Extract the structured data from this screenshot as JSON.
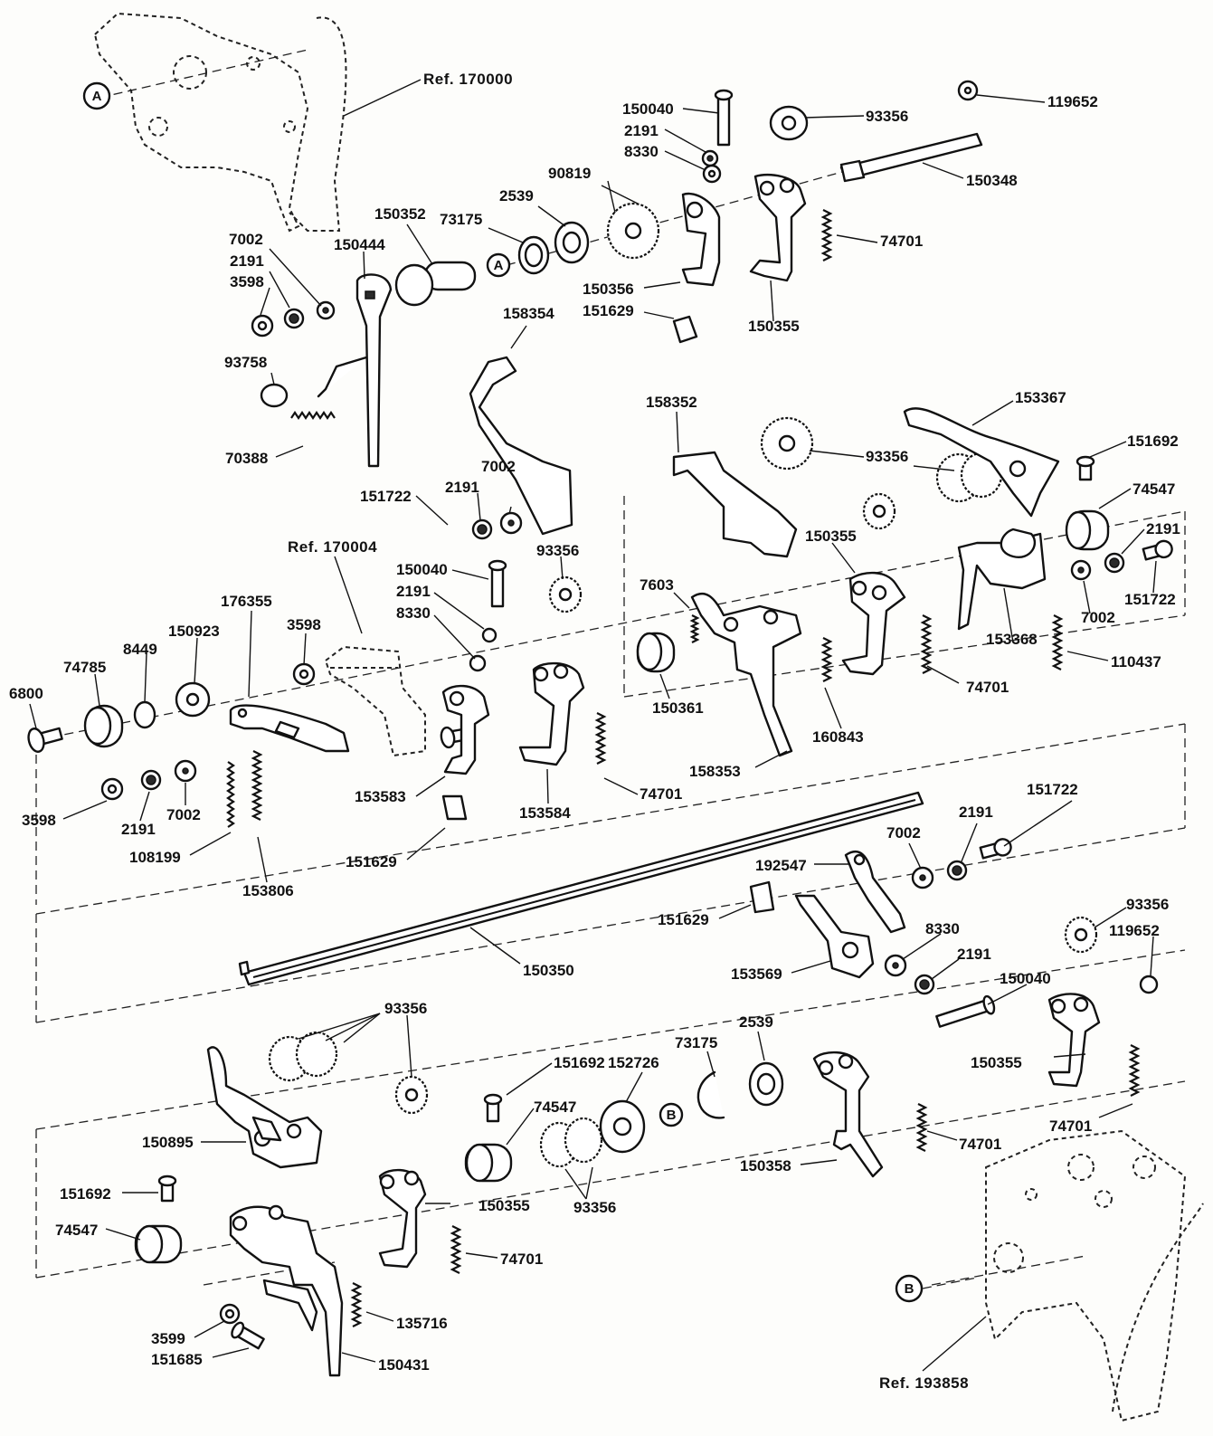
{
  "diagram": {
    "references": [
      {
        "id": "ref-170000",
        "text": "Ref. 170000"
      },
      {
        "id": "ref-170004",
        "text": "Ref. 170004"
      },
      {
        "id": "ref-193858",
        "text": "Ref. 193858"
      }
    ],
    "markers": [
      {
        "id": "marker-a-left",
        "text": "A"
      },
      {
        "id": "marker-a-mid",
        "text": "A"
      },
      {
        "id": "marker-b-mid",
        "text": "B"
      },
      {
        "id": "marker-b-right",
        "text": "B"
      }
    ],
    "labels": [
      "150040",
      "2191",
      "8330",
      "93356",
      "119652",
      "90819",
      "2539",
      "73175",
      "150352",
      "150348",
      "7002",
      "2191",
      "3598",
      "150444",
      "74701",
      "150356",
      "151629",
      "150355",
      "158354",
      "93758",
      "70388",
      "158352",
      "153367",
      "151692",
      "7002",
      "2191",
      "151722",
      "93356",
      "74547",
      "2191",
      "150355",
      "151722",
      "7603",
      "7002",
      "153368",
      "110437",
      "150040",
      "2191",
      "8330",
      "93356",
      "176355",
      "3598",
      "150923",
      "8449",
      "74785",
      "6800",
      "150361",
      "74701",
      "160843",
      "158353",
      "153583",
      "153584",
      "74701",
      "3598",
      "2191",
      "7002",
      "108199",
      "153806",
      "151629",
      "151722",
      "2191",
      "7002",
      "192547",
      "151629",
      "150350",
      "8330",
      "93356",
      "119652",
      "2191",
      "150040",
      "153569",
      "93356",
      "2539",
      "73175",
      "151692",
      "152726",
      "74547",
      "150355",
      "150895",
      "151692",
      "74547",
      "150355",
      "93356",
      "74701",
      "150358",
      "74701",
      "74701",
      "135716",
      "3599",
      "151685",
      "150431"
    ]
  }
}
